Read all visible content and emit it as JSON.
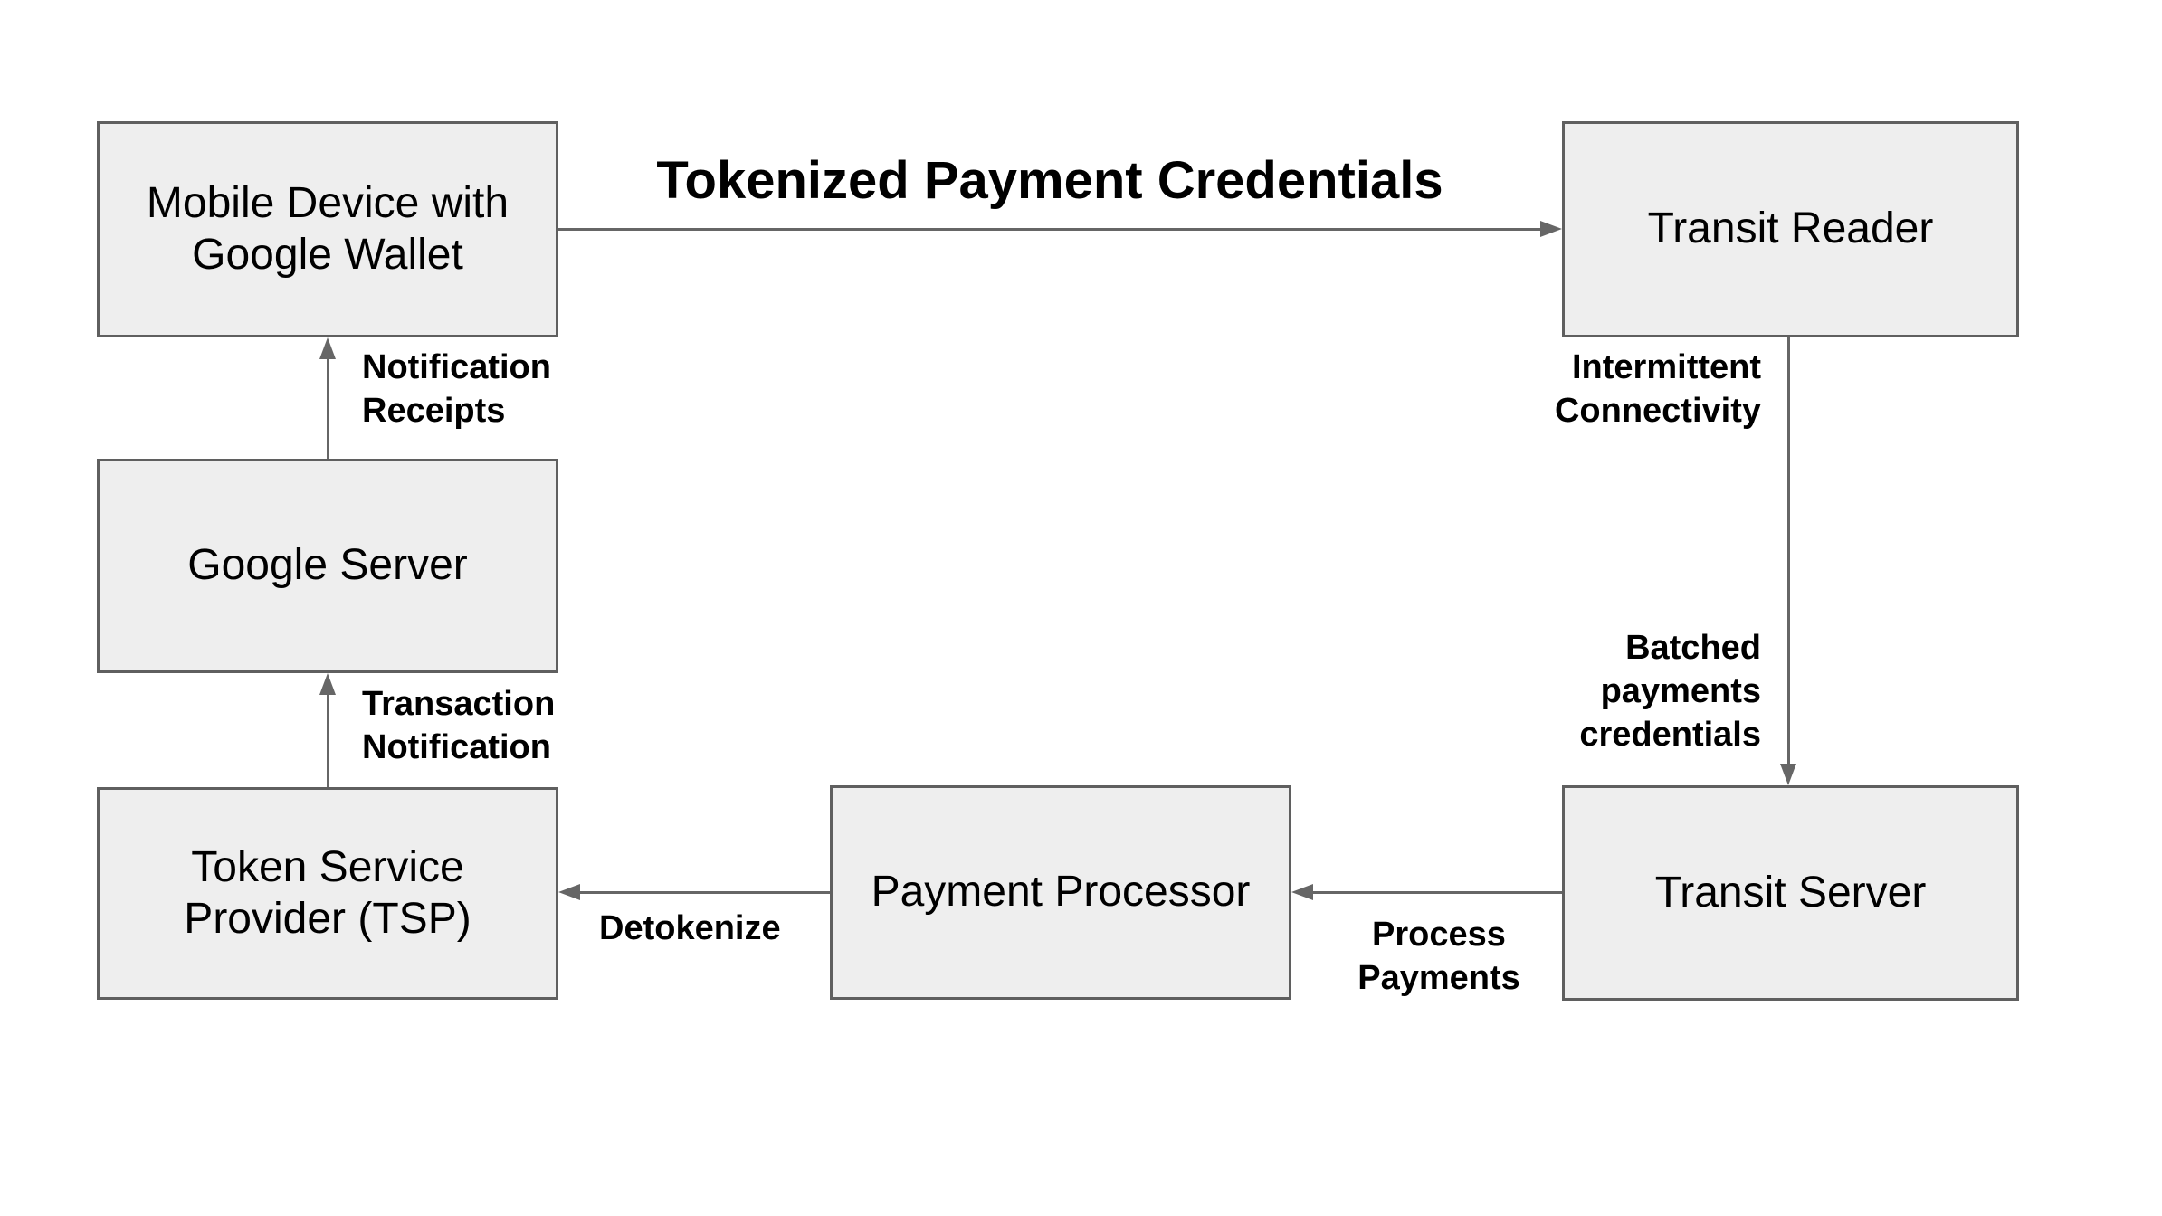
{
  "diagram": {
    "nodes": [
      {
        "id": "mobile-device",
        "label": "Mobile Device with\nGoogle Wallet"
      },
      {
        "id": "transit-reader",
        "label": "Transit Reader"
      },
      {
        "id": "google-server",
        "label": "Google Server"
      },
      {
        "id": "token-service-provider",
        "label": "Token Service\nProvider (TSP)"
      },
      {
        "id": "payment-processor",
        "label": "Payment Processor"
      },
      {
        "id": "transit-server",
        "label": "Transit Server"
      }
    ],
    "edges": [
      {
        "from": "mobile-device",
        "to": "transit-reader",
        "direction": "right",
        "labels": [
          "Tokenized Payment Credentials"
        ]
      },
      {
        "from": "transit-reader",
        "to": "transit-server",
        "direction": "down",
        "labels": [
          "Intermittent\nConnectivity",
          "Batched\npayments\ncredentials"
        ]
      },
      {
        "from": "transit-server",
        "to": "payment-processor",
        "direction": "left",
        "labels": [
          "Process\nPayments"
        ]
      },
      {
        "from": "payment-processor",
        "to": "token-service-provider",
        "direction": "left",
        "labels": [
          "Detokenize"
        ]
      },
      {
        "from": "token-service-provider",
        "to": "google-server",
        "direction": "up",
        "labels": [
          "Transaction\nNotification"
        ]
      },
      {
        "from": "google-server",
        "to": "mobile-device",
        "direction": "up",
        "labels": [
          "Notification\nReceipts"
        ]
      }
    ],
    "colors": {
      "background": "#ffffff",
      "node_fill": "#eeeeee",
      "node_border": "#5f5f5f",
      "arrow": "#666666",
      "text": "#000000"
    }
  }
}
